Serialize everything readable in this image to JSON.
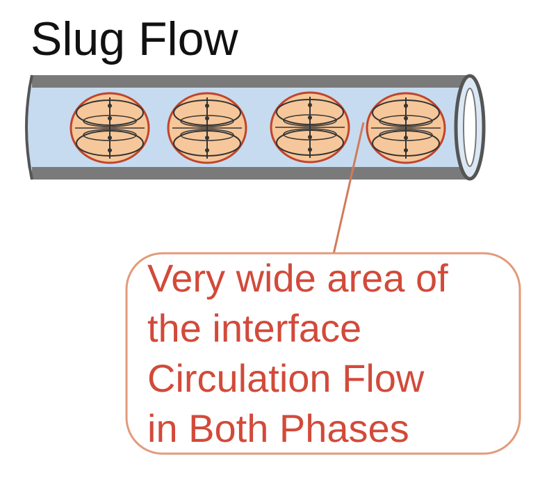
{
  "diagram": {
    "title": "Slug Flow",
    "callout": {
      "lines": [
        "Very wide area of",
        "the interface",
        "Circulation Flow",
        "in Both Phases"
      ]
    },
    "colors": {
      "pipe_wall": "#7a7a7a",
      "pipe_interior": "#c6dbef",
      "slug_fill": "#f6c79a",
      "slug_stroke": "#c0442b",
      "circulation_lines": "#333333",
      "callout": "#d24a3a",
      "title": "#111111"
    },
    "slug_count": 4
  }
}
